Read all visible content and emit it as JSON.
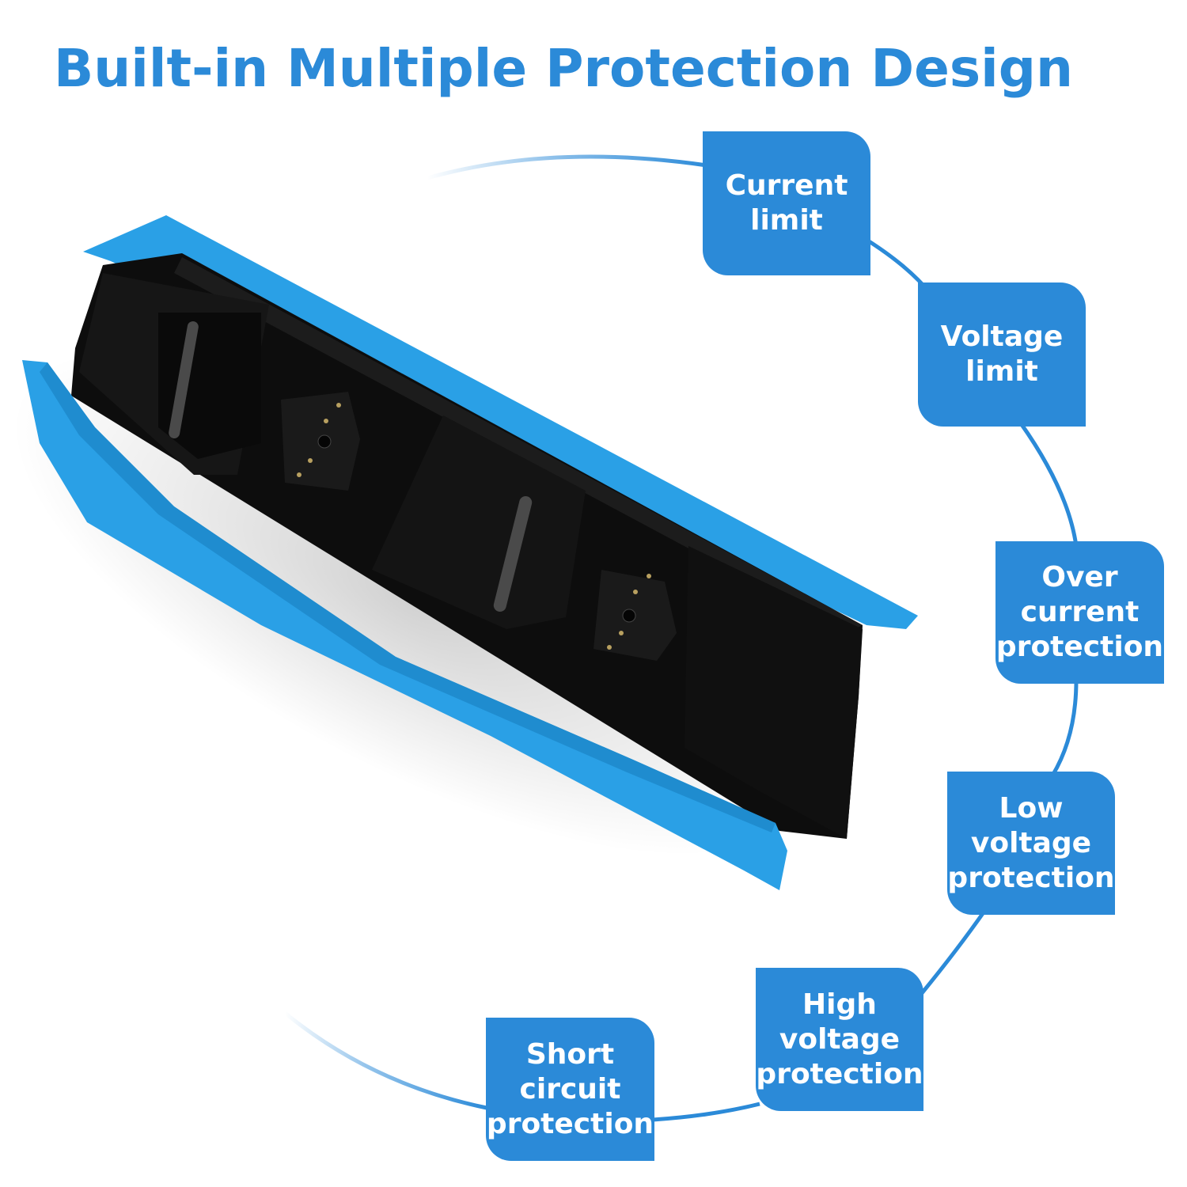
{
  "title": "Built-in Multiple Protection Design",
  "colors": {
    "accent": "#2b8ad8",
    "product_body": "#0b0b0b",
    "product_stand": "#2aa0e6"
  },
  "features": [
    {
      "lines": [
        "Current",
        "limit"
      ]
    },
    {
      "lines": [
        "Voltage",
        "limit"
      ]
    },
    {
      "lines": [
        "Over",
        "current",
        "protection"
      ]
    },
    {
      "lines": [
        "Low",
        "voltage",
        "protection"
      ]
    },
    {
      "lines": [
        "High",
        "voltage",
        "protection"
      ]
    },
    {
      "lines": [
        "Short",
        "circuit",
        "protection"
      ]
    }
  ]
}
